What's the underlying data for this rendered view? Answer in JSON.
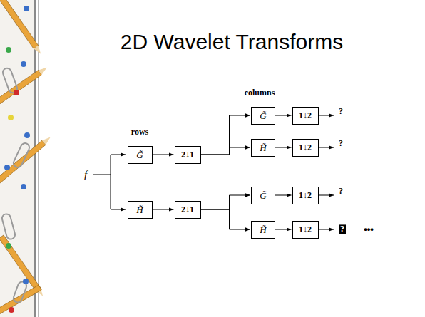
{
  "diagram": {
    "title": "2D Wavelet Transforms",
    "nodes": [
      {
        "text": [
          "G̃"
        ]
      },
      {
        "text": [
          "2↓1"
        ]
      },
      {
        "text": [
          "G̃"
        ]
      },
      {
        "text": [
          "1↓2"
        ]
      },
      {
        "text": [
          "H̃"
        ]
      },
      {
        "text": [
          "1↓2"
        ]
      },
      {
        "text": [
          "H̃"
        ]
      },
      {
        "text": [
          "2↓1"
        ]
      },
      {
        "text": [
          "G̃"
        ]
      },
      {
        "text": [
          "1↓2"
        ]
      },
      {
        "text": [
          "H̃"
        ]
      },
      {
        "text": [
          "1↓2"
        ]
      }
    ],
    "edges": [
      {
        "from": 0,
        "to": 1,
        "arrow": "to"
      },
      {
        "from": 1,
        "to": 2,
        "arrow": "to"
      },
      {
        "from": 1,
        "to": 4,
        "arrow": "to"
      },
      {
        "from": 2,
        "to": 3,
        "arrow": "to"
      },
      {
        "from": 4,
        "to": 5,
        "arrow": "to"
      },
      {
        "from": 6,
        "to": 7,
        "arrow": "to"
      },
      {
        "from": 7,
        "to": 8,
        "arrow": "to"
      },
      {
        "from": 7,
        "to": 10,
        "arrow": "to"
      },
      {
        "from": 8,
        "to": 9,
        "arrow": "to"
      },
      {
        "from": 10,
        "to": 11,
        "arrow": "to"
      }
    ],
    "labels": [
      "rows",
      "columns",
      "f",
      "?",
      "?",
      "?",
      "?",
      "•••"
    ]
  }
}
